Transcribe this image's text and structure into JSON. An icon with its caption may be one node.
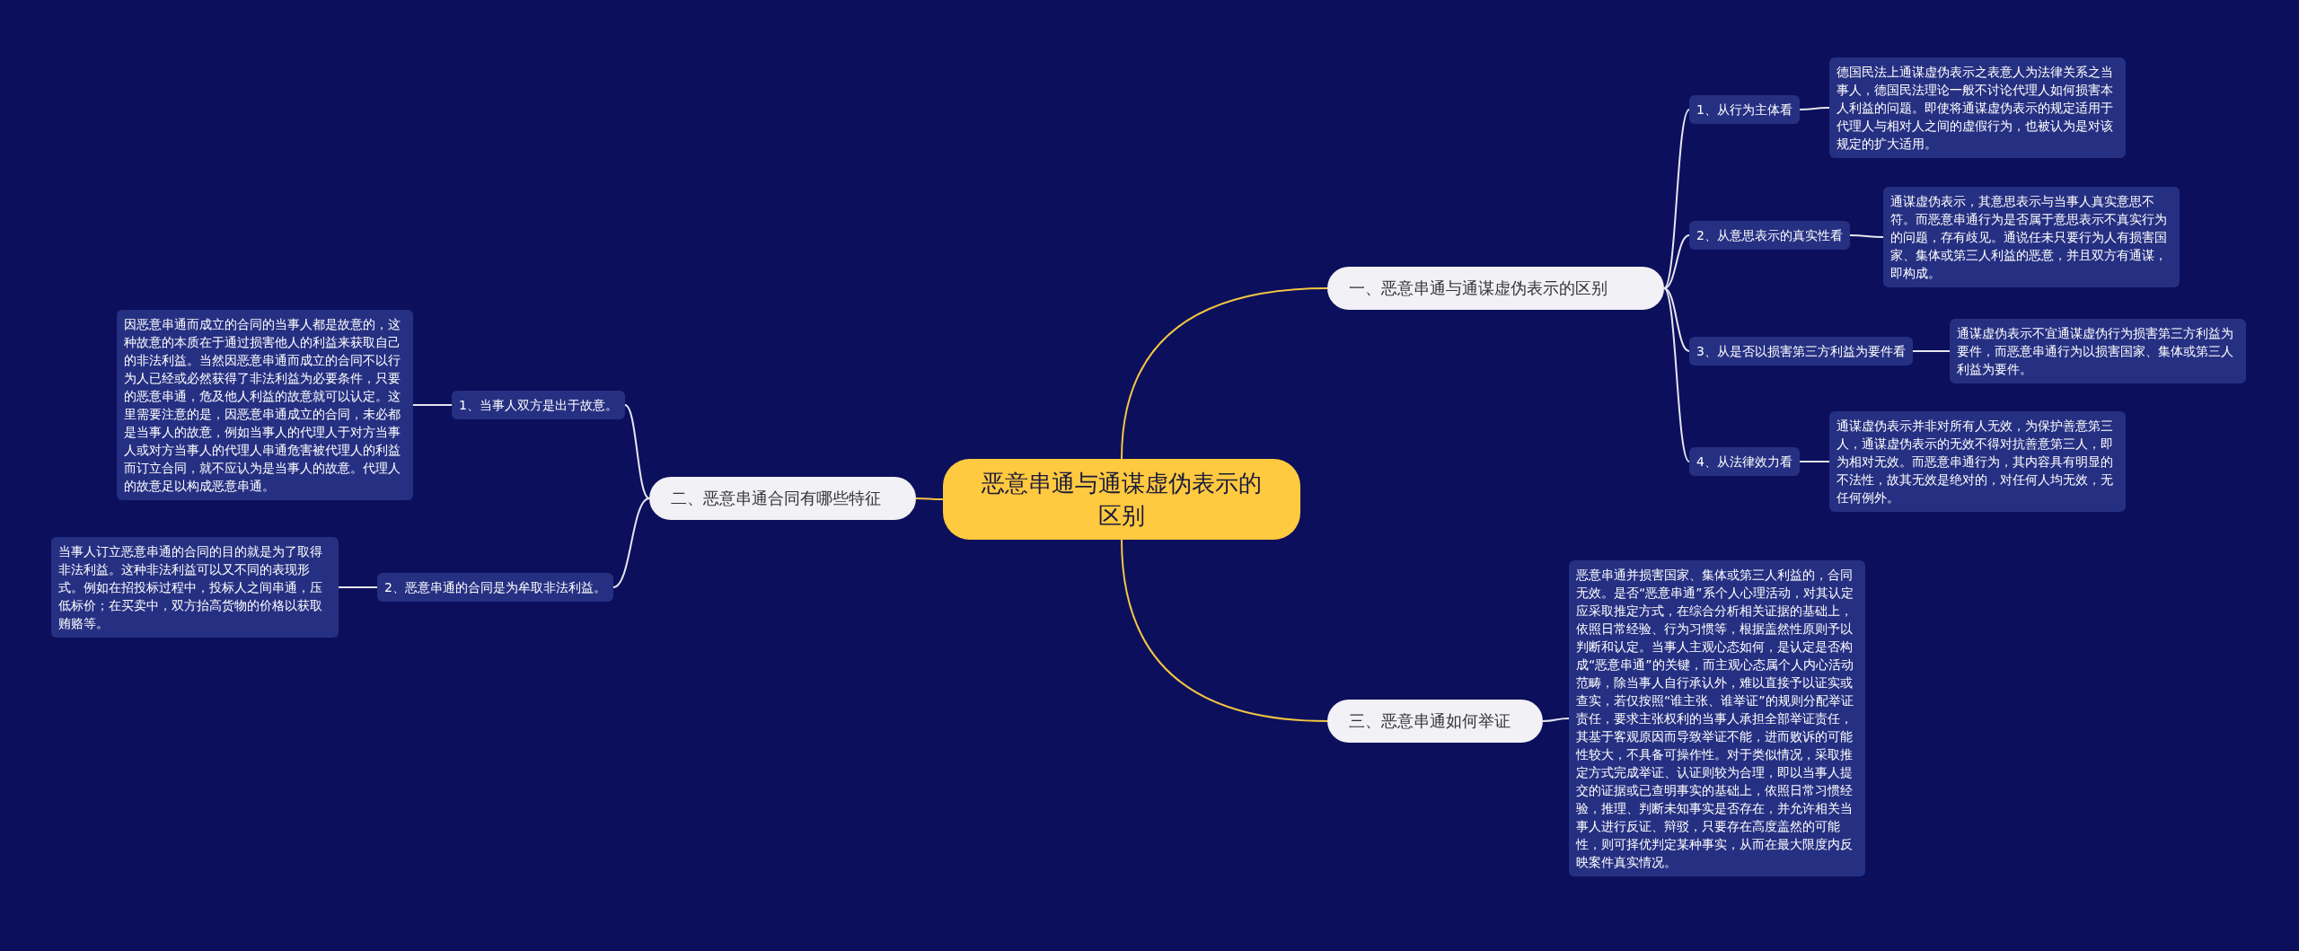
{
  "diagram": {
    "nodes": [
      {
        "text": [
          "恶意串通与通谋虚伪表示的区别"
        ]
      },
      {
        "text": [
          "一、恶意串通与通谋虚伪表示的区别"
        ]
      },
      {
        "text": [
          "1、从行为主体看"
        ]
      },
      {
        "text": [
          "德国民法上通谋虚伪表示之表意人为法律关系之当事人，德国民法理论一般不讨论代理人如何损害本人利益的问题。即使将通谋虚伪表示的规定适用于代理人与相对人之间的虚假行为，也被认为是对该规定的扩大适用。"
        ]
      },
      {
        "text": [
          "2、从意思表示的真实性看"
        ]
      },
      {
        "text": [
          "通谋虚伪表示，其意思表示与当事人真实意思不符。而恶意串通行为是否属于意思表示不真实行为的问题，存有歧见。通说任未只要行为人有损害国家、集体或第三人利益的恶意，并且双方有通谋，即构成。"
        ]
      },
      {
        "text": [
          "3、从是否以损害第三方利益为要件看"
        ]
      },
      {
        "text": [
          "通谋虚伪表示不宜通谋虚伪行为损害第三方利益为要件，而恶意串通行为以损害国家、集体或第三人利益为要件。"
        ]
      },
      {
        "text": [
          "4、从法律效力看"
        ]
      },
      {
        "text": [
          "通谋虚伪表示并非对所有人无效，为保护善意第三人，通谋虚伪表示的无效不得对抗善意第三人，即为相对无效。而恶意串通行为，其内容具有明显的不法性，故其无效是绝对的，对任何人均无效，无任何例外。"
        ]
      },
      {
        "text": [
          "二、恶意串通合同有哪些特征"
        ]
      },
      {
        "text": [
          "1、当事人双方是出于故意。"
        ]
      },
      {
        "text": [
          "因恶意串通而成立的合同的当事人都是故意的，这种故意的本质在于通过损害他人的利益来获取自己的非法利益。当然因恶意串通而成立的合同不以行为人已经或必然获得了非法利益为必要条件，只要的恶意串通，危及他人利益的故意就可以认定。这里需要注意的是，因恶意串通成立的合同，未必都是当事人的故意，例如当事人的代理人于对方当事人或对方当事人的代理人串通危害被代理人的利益而订立合同，就不应认为是当事人的故意。代理人的故意足以构成恶意串通。"
        ]
      },
      {
        "text": [
          "2、恶意串通的合同是为牟取非法利益。"
        ]
      },
      {
        "text": [
          "当事人订立恶意串通的合同的目的就是为了取得非法利益。这种非法利益可以又不同的表现形式。例如在招投标过程中，投标人之间串通，压低标价；在买卖中，双方抬高货物的价格以获取贿赂等。"
        ]
      },
      {
        "text": [
          "三、恶意串通如何举证"
        ]
      },
      {
        "text": [
          "恶意串通并损害国家、集体或第三人利益的，合同无效。是否“恶意串通”系个人心理活动，对其认定应采取推定方式，在综合分析相关证据的基础上，依照日常经验、行为习惯等，根据盖然性原则予以判断和认定。当事人主观心态如何，是认定是否构成“恶意串通”的关键，而主观心态属个人内心活动范畴，除当事人自行承认外，难以直接予以证实或查实，若仅按照“谁主张、谁举证”的规则分配举证责任，要求主张权利的当事人承担全部举证责任，其基于客观原因而导致举证不能，进而败诉的可能性较大，不具备可操作性。对于类似情况，采取推定方式完成举证、认证则较为合理，即以当事人提交的证据或已查明事实的基础上，依照日常习惯经验，推理、判断未知事实是否存在，并允许相关当事人进行反证、辩驳，只要存在高度盖然的可能性，则可择优判定某种事实，从而在最大限度内反映案件真实情况。"
        ]
      }
    ],
    "edges": [
      {
        "from": 0,
        "to": 1,
        "arrow": "none",
        "color": "#f5c542"
      },
      {
        "from": 1,
        "to": 2,
        "arrow": "none"
      },
      {
        "from": 2,
        "to": 3,
        "arrow": "none"
      },
      {
        "from": 1,
        "to": 4,
        "arrow": "none"
      },
      {
        "from": 4,
        "to": 5,
        "arrow": "none"
      },
      {
        "from": 1,
        "to": 6,
        "arrow": "none"
      },
      {
        "from": 6,
        "to": 7,
        "arrow": "none"
      },
      {
        "from": 1,
        "to": 8,
        "arrow": "none"
      },
      {
        "from": 8,
        "to": 9,
        "arrow": "none"
      },
      {
        "from": 0,
        "to": 10,
        "arrow": "none",
        "color": "#f5c542"
      },
      {
        "from": 10,
        "to": 11,
        "arrow": "none"
      },
      {
        "from": 11,
        "to": 12,
        "arrow": "none"
      },
      {
        "from": 10,
        "to": 13,
        "arrow": "none"
      },
      {
        "from": 13,
        "to": 14,
        "arrow": "none"
      },
      {
        "from": 0,
        "to": 15,
        "arrow": "none",
        "color": "#f5c542"
      },
      {
        "from": 15,
        "to": 16,
        "arrow": "none"
      }
    ]
  }
}
